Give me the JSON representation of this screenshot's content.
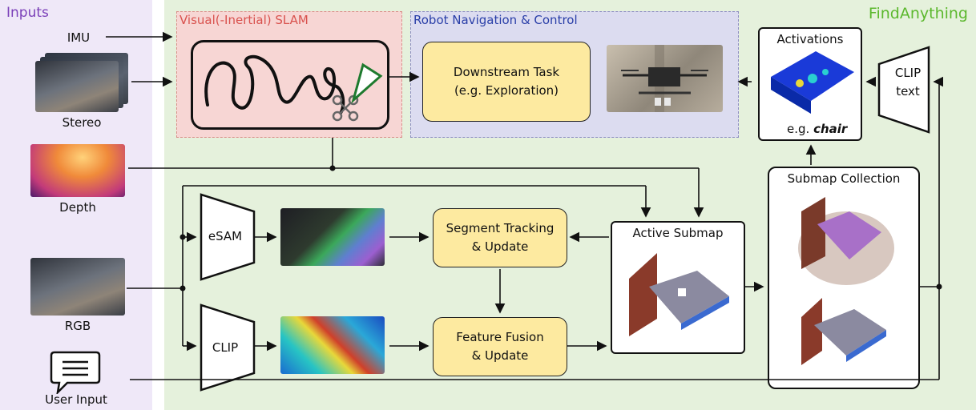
{
  "panels": {
    "inputs_title": "Inputs",
    "findanything_title": "FindAnything",
    "slam_title": "Visual(-Inertial) SLAM",
    "nav_title": "Robot Navigation & Control"
  },
  "inputs": {
    "imu": "IMU",
    "stereo": "Stereo",
    "depth": "Depth",
    "rgb": "RGB",
    "user_input": "User Input"
  },
  "blocks": {
    "downstream": "Downstream Task\n(e.g. Exploration)",
    "esam": "eSAM",
    "clip": "CLIP",
    "clip_text": "CLIP\ntext",
    "segment_tracking": "Segment Tracking\n& Update",
    "feature_fusion": "Feature Fusion\n& Update",
    "active_submap": "Active Submap",
    "submap_collection": "Submap Collection",
    "activations": "Activations",
    "activations_query_prefix": "e.g. ",
    "activations_query_word": "chair"
  },
  "colors": {
    "inputs_panel": "#efe8f8",
    "findanything_panel": "#e5f1dc",
    "slam_panel": "#f7d6d4",
    "nav_panel": "#dcdcf0",
    "yellow_block": "#fdeaa0",
    "inputs_title": "#7a3fb8",
    "findanything_title": "#5cb82e",
    "slam_title": "#d9534f",
    "nav_title": "#2a3fa8"
  }
}
